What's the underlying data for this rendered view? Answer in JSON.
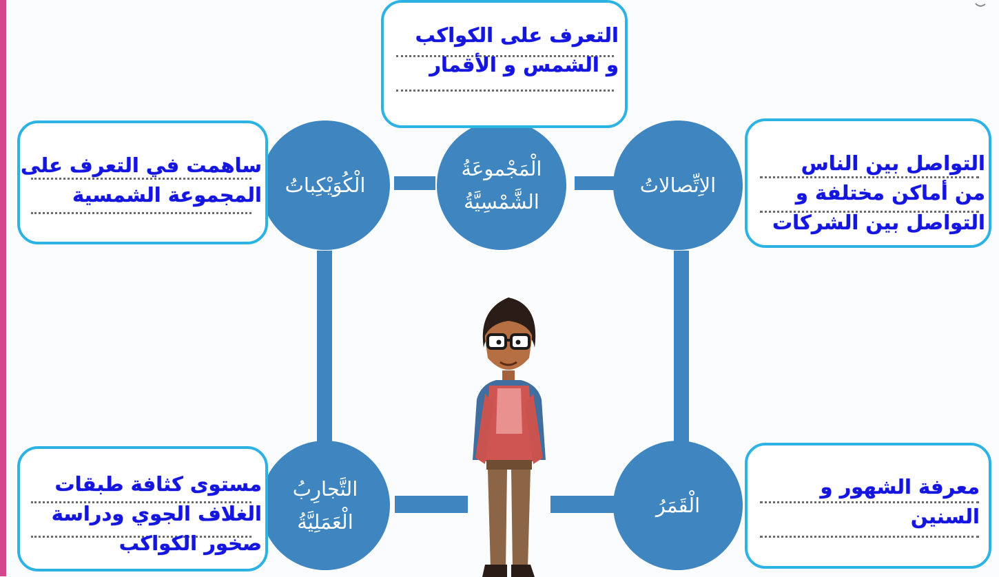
{
  "colors": {
    "accent": "#3f86c0",
    "box_border": "#2db3e3",
    "answer_text": "#1515e0",
    "sidebar": "#d4468d"
  },
  "center_image": "student-boy-icon",
  "topics": {
    "solar_system": "الْمَجْموعَةُ\nالشَّمْسِيَّةُ",
    "satellites": "الْكُوَيْكِباتُ",
    "communications": "الاِتِّصالاتُ",
    "experiments": "التَّجارِبُ\nالْعَمَلِيَّةُ",
    "moon": "الْقَمَرُ"
  },
  "answers": {
    "solar_system": "التعرف على الكواكب\nو الشمس و الأقمار",
    "satellites": "ساهمت في التعرف على\nالمجموعة الشمسية",
    "communications": "التواصل بين الناس\nمن أماكن مختلفة و\nالتواصل بين الشركات",
    "experiments": "مستوى كثافة طبقات\nالغلاف الجوي ودراسة\nصخور الكواكب",
    "moon": "معرفة الشهور و\nالسنين"
  }
}
